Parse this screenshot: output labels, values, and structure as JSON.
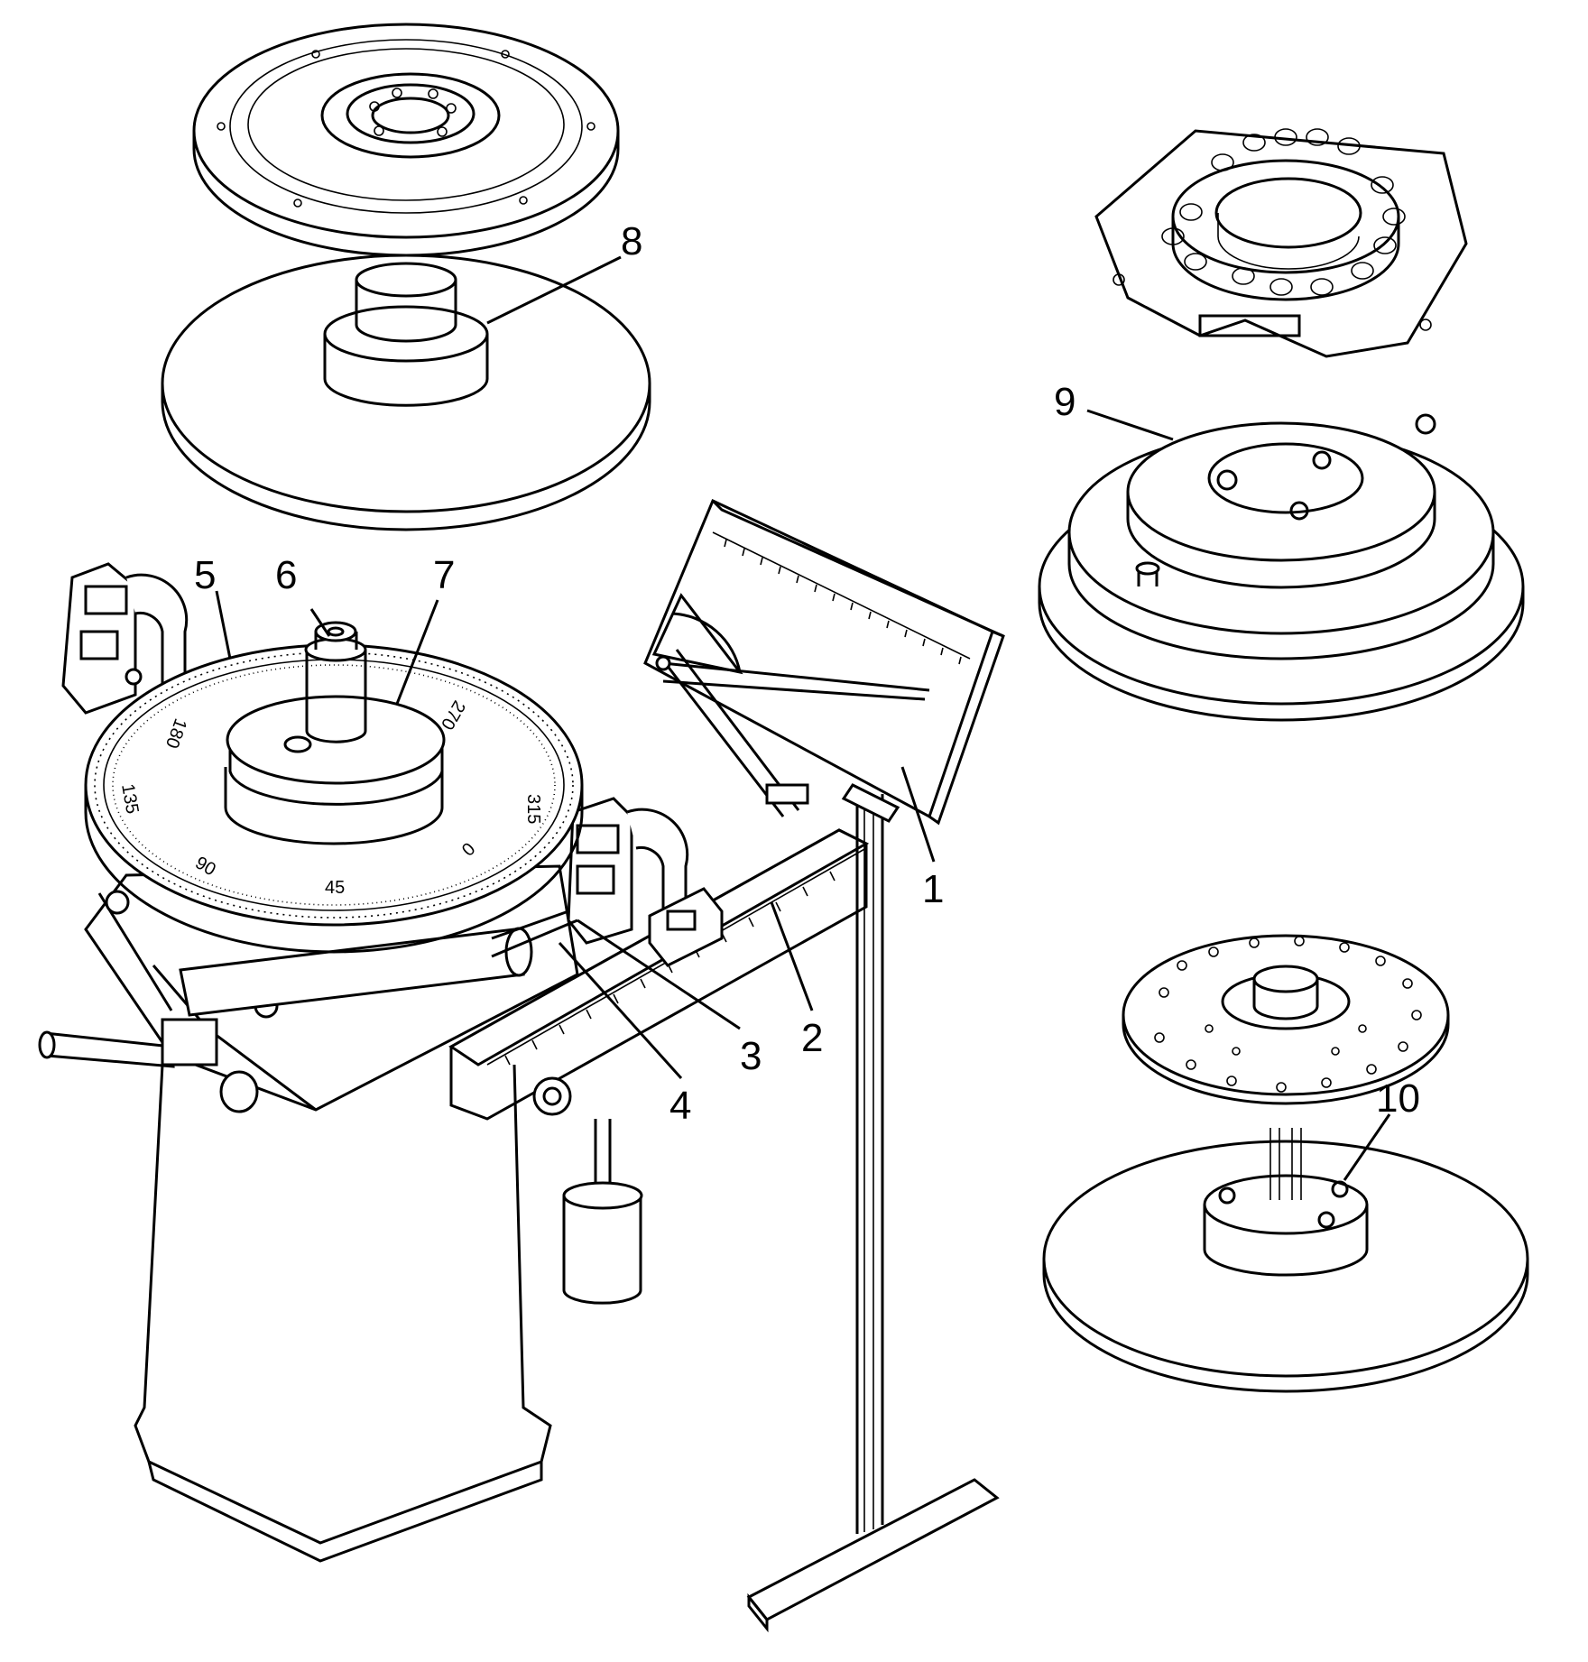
{
  "callouts": {
    "c1": "1",
    "c2": "2",
    "c3": "3",
    "c4": "4",
    "c5": "5",
    "c6": "6",
    "c7": "7",
    "c8": "8",
    "c9": "9",
    "c10": "10"
  },
  "dial": {
    "d0": "0",
    "d45": "45",
    "d90": "90",
    "d135": "135",
    "d180": "180",
    "d315": "315",
    "d270": "270"
  }
}
